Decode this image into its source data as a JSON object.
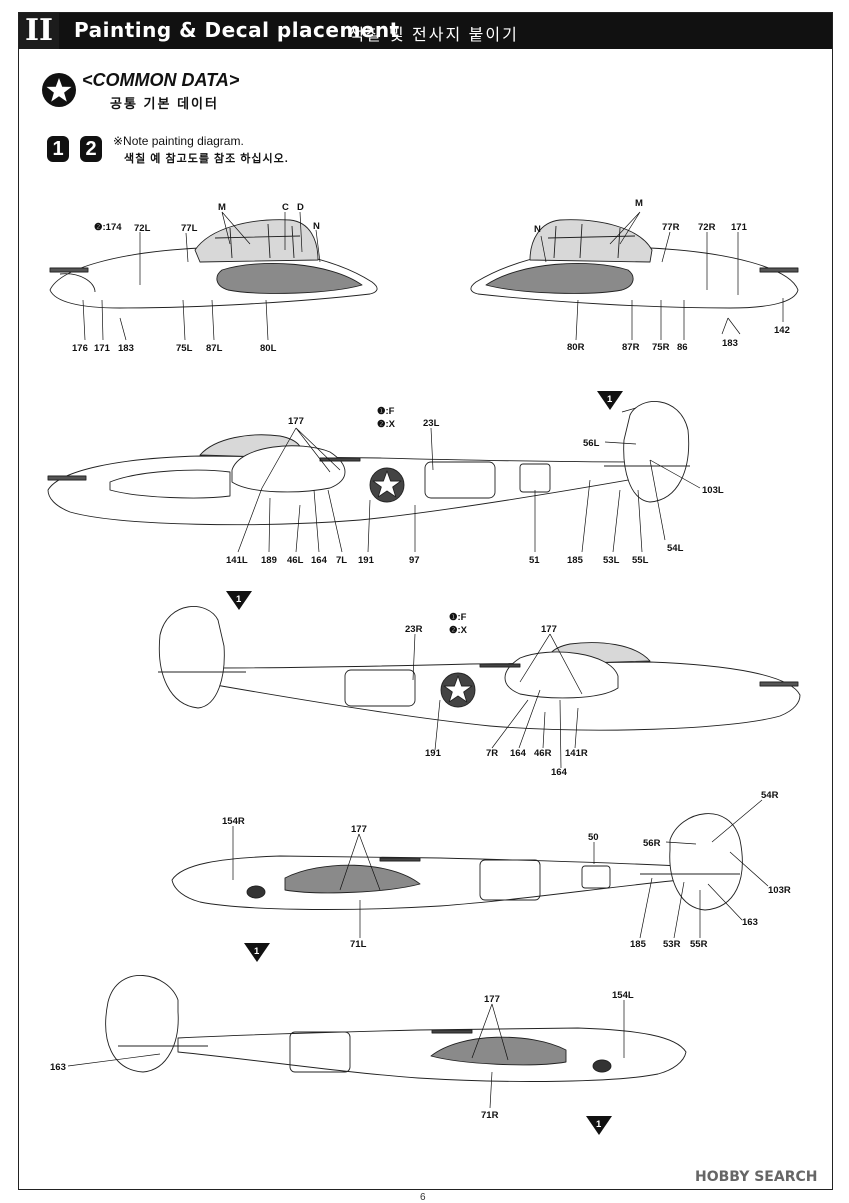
{
  "header": {
    "section": "II",
    "title": "Painting & Decal placement",
    "title_ko": "색칠 및 전사지 붙이기"
  },
  "common": {
    "title": "<COMMON DATA>",
    "title_ko": "공통 기본 데이터"
  },
  "note": {
    "steps": [
      "1",
      "2"
    ],
    "text": "※Note painting diagram.",
    "text_ko": "색칠 예 참고도를 참조 하십시오."
  },
  "marker": "1",
  "views": {
    "nose_left": {
      "callouts": [
        "❷:174",
        "72L",
        "77L",
        "M",
        "C",
        "D",
        "N",
        "176",
        "171",
        "183",
        "75L",
        "87L",
        "80L"
      ]
    },
    "nose_right": {
      "callouts": [
        "N",
        "M",
        "77R",
        "72R",
        "171",
        "142",
        "183",
        "86",
        "75R",
        "87R",
        "80R"
      ]
    },
    "side_left": {
      "callouts": [
        "177",
        "❶:F",
        "❷:X",
        "23L",
        "56L",
        "103L",
        "54L",
        "55L",
        "53L",
        "185",
        "51",
        "97",
        "191",
        "7L",
        "164",
        "46L",
        "189",
        "141L"
      ]
    },
    "side_right": {
      "callouts": [
        "❶:F",
        "❷:X",
        "177",
        "23R",
        "191",
        "7R",
        "164",
        "46R",
        "141R",
        "164"
      ]
    },
    "top": {
      "callouts": [
        "154R",
        "177",
        "50",
        "54R",
        "56R",
        "103R",
        "163",
        "55R",
        "53R",
        "185",
        "71L"
      ]
    },
    "bottom": {
      "callouts": [
        "177",
        "154L",
        "163",
        "71R"
      ]
    }
  },
  "watermark": "HOBBY SEARCH",
  "page_number": "6"
}
